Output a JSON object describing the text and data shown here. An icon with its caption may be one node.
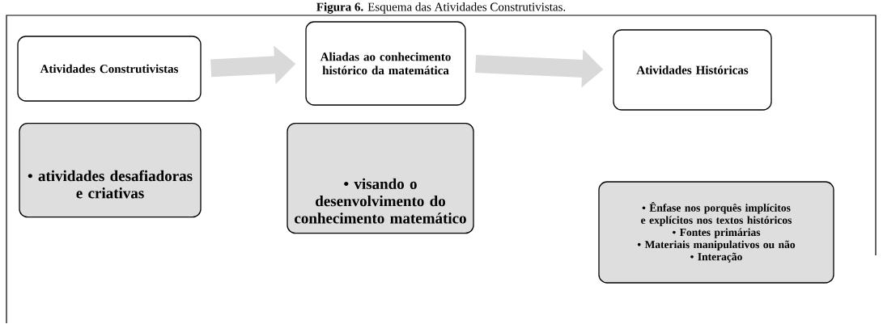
{
  "diagram": {
    "title": "**Figura 6.** Esquema das Atividades Construtivistas.",
    "nodes": [
      {
        "text": [
          "Atividades Construtivistas"
        ]
      },
      {
        "text": [
          "Aliadas ao conhecimento histórico da matemática"
        ]
      },
      {
        "text": [
          "Atividades Históricas"
        ]
      },
      {
        "text": [
          "• atividades desafiadoras e criativas"
        ]
      },
      {
        "text": [
          "• visando o desenvolvimento do conhecimento matemático"
        ]
      },
      {
        "text": [
          "• Ênfase nos porquês implícitos e explícitos nos textos históricos",
          "• Fontes primárias",
          "• Materiais manipulativos ou não",
          "• Interação"
        ]
      }
    ],
    "edges": [
      {
        "from": 0,
        "to": 1,
        "arrow": "to"
      },
      {
        "from": 1,
        "to": 2,
        "arrow": "to"
      }
    ]
  }
}
